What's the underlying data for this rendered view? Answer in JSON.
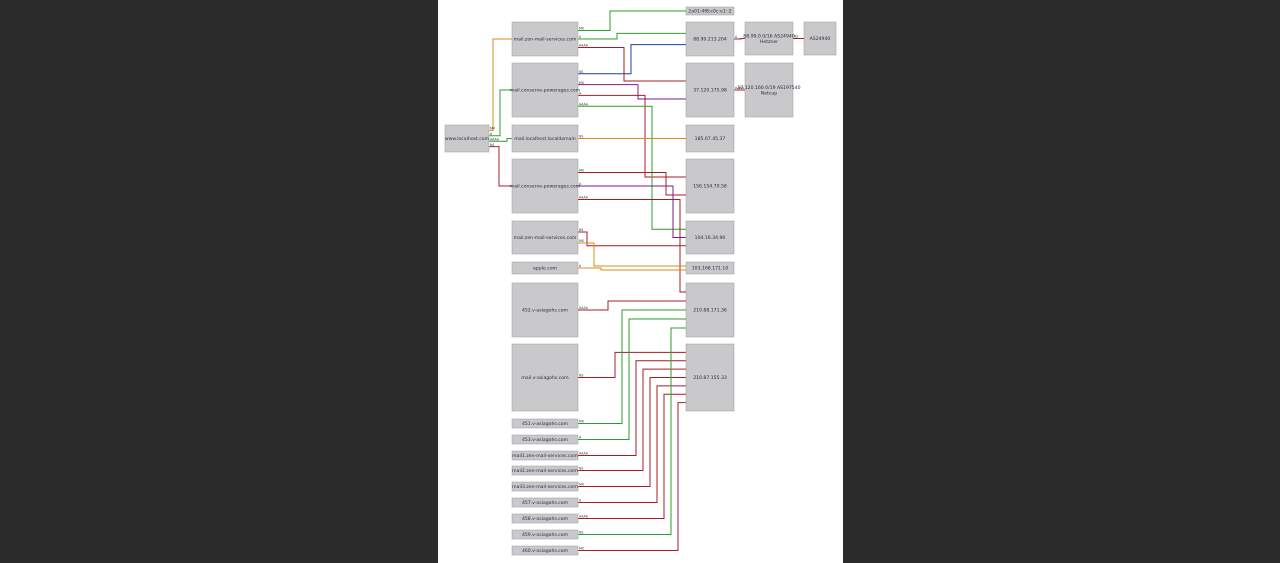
{
  "colors": {
    "viewer_bg": "#2b2b2b",
    "page_bg": "#ffffff",
    "node_fill": "#c9c8cb",
    "edge_green": "#2e9e2e",
    "edge_red": "#a51c24",
    "edge_orange": "#d98a1a",
    "edge_blue": "#1f3fa8",
    "edge_purple": "#7a1f8a"
  },
  "diagram": {
    "source_node": {
      "id": "src",
      "label": "www.localhost.com"
    },
    "left_nodes": [
      {
        "id": "L1",
        "label": "mail.zen-mail-services.com"
      },
      {
        "id": "L2",
        "label": "mail.conserve-powerages.com"
      },
      {
        "id": "L3",
        "label": "mail.localhost.localdomain"
      },
      {
        "id": "L4",
        "label": "mail.conserve-powerages.com"
      },
      {
        "id": "L5",
        "label": "mail.zen-mail-services.com"
      },
      {
        "id": "L6",
        "label": "apple.com"
      },
      {
        "id": "L7",
        "label": "452.v-asiagohs.com"
      },
      {
        "id": "L8",
        "label": "mail.v-asiagohs.com"
      },
      {
        "id": "L9",
        "label": "451.v-asiagohs.com"
      },
      {
        "id": "L10",
        "label": "453.v-asiagohs.com"
      },
      {
        "id": "L11",
        "label": "mail1.zen-mail-services.com"
      },
      {
        "id": "L12",
        "label": "mail2.zen-mail-services.com"
      },
      {
        "id": "L13",
        "label": "mail3.zen-mail-services.com"
      },
      {
        "id": "L14",
        "label": "457.v-asiagohs.com"
      },
      {
        "id": "L15",
        "label": "458.v-asiagohs.com"
      },
      {
        "id": "L16",
        "label": "459.v-asiagohs.com"
      },
      {
        "id": "L17",
        "label": "460.v-asiagohs.com"
      }
    ],
    "right_nodes": [
      {
        "id": "R0",
        "label": "2a01:4f8:c0c:e1::2"
      },
      {
        "id": "R1",
        "label": "88.99.213.204"
      },
      {
        "id": "R2",
        "label": "37.120.175.98"
      },
      {
        "id": "R3",
        "label": "185.67.45.37"
      },
      {
        "id": "R4",
        "label": "156.154.70.58"
      },
      {
        "id": "R5",
        "label": "104.16.34.90"
      },
      {
        "id": "R6",
        "label": "103.168.171.10"
      },
      {
        "id": "R7",
        "label": "210.88.171.36"
      },
      {
        "id": "R8",
        "label": "210.87.155.33"
      }
    ],
    "net_nodes": [
      {
        "id": "N1",
        "label": "88.99.0.0/16 AS24940 Hetzner"
      },
      {
        "id": "N2",
        "label": "37.120.160.0/19 AS197540 Netcup"
      }
    ],
    "as_node": {
      "id": "AS",
      "label": "AS24940"
    },
    "port_labels": [
      "MX",
      "A",
      "AAAA",
      "NS"
    ],
    "edges": [
      {
        "from": "src",
        "to": "L1",
        "color": "edge_orange"
      },
      {
        "from": "src",
        "to": "L2",
        "color": "edge_green"
      },
      {
        "from": "src",
        "to": "L3",
        "color": "edge_green"
      },
      {
        "from": "src",
        "to": "L4",
        "color": "edge_red"
      },
      {
        "from": "L1",
        "to": "R0",
        "color": "edge_green"
      },
      {
        "from": "L1",
        "to": "R1",
        "color": "edge_green"
      },
      {
        "from": "L1",
        "to": "R2",
        "color": "edge_red"
      },
      {
        "from": "L2",
        "to": "R1",
        "color": "edge_blue"
      },
      {
        "from": "L2",
        "to": "R2",
        "color": "edge_purple"
      },
      {
        "from": "L2",
        "to": "R4",
        "color": "edge_red"
      },
      {
        "from": "L2",
        "to": "R5",
        "color": "edge_green"
      },
      {
        "from": "L3",
        "to": "R3",
        "color": "edge_orange"
      },
      {
        "from": "L4",
        "to": "R4",
        "color": "edge_red"
      },
      {
        "from": "L4",
        "to": "R5",
        "color": "edge_purple"
      },
      {
        "from": "L4",
        "to": "R7",
        "color": "edge_red"
      },
      {
        "from": "L5",
        "to": "R5",
        "color": "edge_red"
      },
      {
        "from": "L5",
        "to": "R6",
        "color": "edge_orange"
      },
      {
        "from": "L6",
        "to": "R6",
        "color": "edge_orange"
      },
      {
        "from": "L7",
        "to": "R7",
        "color": "edge_red"
      },
      {
        "from": "L8",
        "to": "R8",
        "color": "edge_red"
      },
      {
        "from": "L9",
        "to": "R7",
        "color": "edge_green"
      },
      {
        "from": "L10",
        "to": "R7",
        "color": "edge_green"
      },
      {
        "from": "L11",
        "to": "R8",
        "color": "edge_red"
      },
      {
        "from": "L12",
        "to": "R8",
        "color": "edge_red"
      },
      {
        "from": "L13",
        "to": "R8",
        "color": "edge_red"
      },
      {
        "from": "L14",
        "to": "R8",
        "color": "edge_red"
      },
      {
        "from": "L15",
        "to": "R8",
        "color": "edge_red"
      },
      {
        "from": "L16",
        "to": "R7",
        "color": "edge_green"
      },
      {
        "from": "L17",
        "to": "R8",
        "color": "edge_red"
      },
      {
        "from": "R1",
        "to": "N1",
        "color": "edge_red"
      },
      {
        "from": "R2",
        "to": "N2",
        "color": "edge_red"
      },
      {
        "from": "N1",
        "to": "AS",
        "color": "edge_red"
      }
    ]
  }
}
